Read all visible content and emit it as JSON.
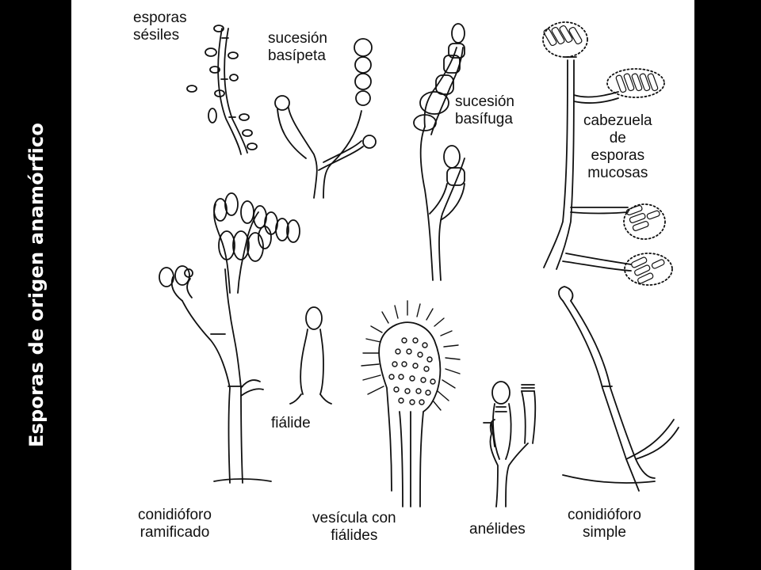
{
  "slide": {
    "title": "Esporas de origen anamórfico",
    "background_color": "#000000",
    "title_color": "#ffffff"
  },
  "figure": {
    "background_color": "#ffffff",
    "line_color": "#111111",
    "labels": {
      "esporas_sesiles": "esporas\nsésiles",
      "sucesion_basipeta": "sucesión\nbasípeta",
      "sucesion_basifuga": "sucesión\nbasífuga",
      "cabezuela": "cabezuela\nde\nesporas\nmucosas",
      "fialide": "fiálide",
      "conidioforo_ramificado": "conidióforo\nramificado",
      "vesicula": "vesícula con\nfiálides",
      "anelides": "anélides",
      "conidioforo_simple": "conidióforo\nsimple"
    }
  }
}
